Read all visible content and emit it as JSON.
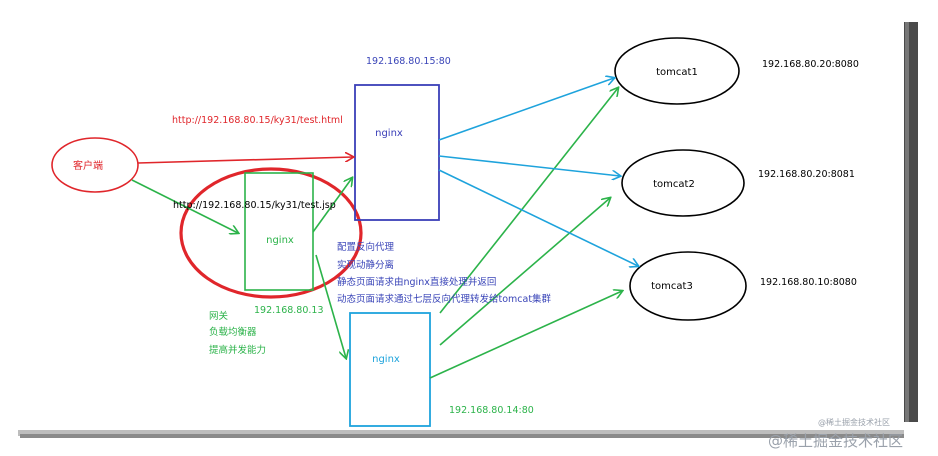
{
  "colors": {
    "red": "#e0262b",
    "green": "#2cb34a",
    "blue_nginx": "#3a3fb8",
    "cyan": "#1ea3dc",
    "label_blue": "#3a45b8",
    "black": "#000000",
    "watermark": "#9aa1ab"
  },
  "client": {
    "label": "客户端"
  },
  "gateway": {
    "label": "nginx",
    "ip": "192.168.80.13",
    "notes": [
      "网关",
      "负载均衡器",
      "提高并发能力"
    ]
  },
  "nginx_main": {
    "label": "nginx",
    "ip": "192.168.80.15:80"
  },
  "nginx_static": {
    "label": "nginx",
    "ip": "192.168.80.14:80"
  },
  "urls": {
    "html": "http://192.168.80.15/ky31/test.html",
    "jsp": "http://192.168.80.15/ky31/test.jsp"
  },
  "config_notes": [
    "配置反向代理",
    "实现动静分离",
    "静态页面请求由nginx直接处理并返回",
    "动态页面请求通过七层反向代理转发给tomcat集群"
  ],
  "tomcats": [
    {
      "label": "tomcat1",
      "ip": "192.168.80.20:8080"
    },
    {
      "label": "tomcat2",
      "ip": "192.168.80.20:8081"
    },
    {
      "label": "tomcat3",
      "ip": "192.168.80.10:8080"
    }
  ],
  "watermark": {
    "small": "@稀土掘金技术社区",
    "large": "@稀土掘金技术社区"
  }
}
